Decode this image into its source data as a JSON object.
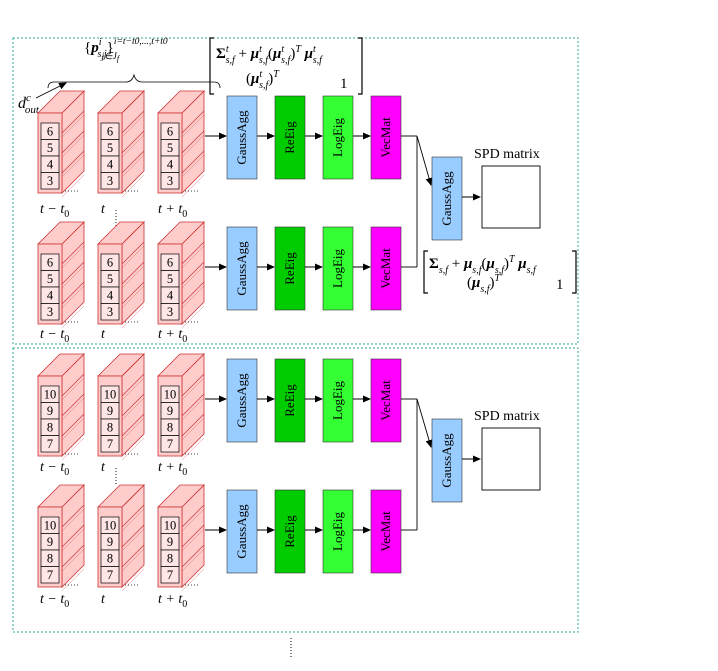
{
  "colors": {
    "gauss": "#99ccff",
    "reeig": "#00cc00",
    "logeig": "#33ff33",
    "vecmat": "#ff00ff",
    "cube": "#ffcccc",
    "cube_stroke": "#cc3333",
    "frame": "#33aa99"
  },
  "labels": {
    "gaussagg": "GaussAgg",
    "reeig": "ReEig",
    "logeig": "LogEig",
    "vecmat": "VecMat",
    "spd": "SPD matrix",
    "dout": "d",
    "dout_sup": "c",
    "dout_sub": "out"
  },
  "time_labels": [
    "t − t0",
    "t",
    "t + t0"
  ],
  "stack_numbers": {
    "top": [
      "6",
      "5",
      "4",
      "3"
    ],
    "bottom": [
      "10",
      "9",
      "8",
      "7"
    ]
  },
  "formulas": {
    "set_notation": "{p^i_{s,j}}_{j∈J_f}^{i=t−t0,...,t+t0}",
    "matrix_top": "[Σ^t_{s,f} + μ^t_{s,f}(μ^t_{s,f})^T  μ^t_{s,f} ; (μ^t_{s,f})^T  1]",
    "matrix_mid": "[Σ_{s,f} + μ_{s,f}(μ_{s,f})^T  μ_{s,f} ; (μ_{s,f})^T  1]"
  }
}
